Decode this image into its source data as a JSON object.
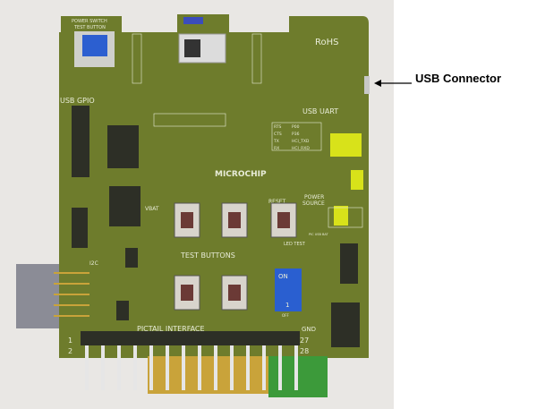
{
  "annotation": {
    "label": "USB Connector"
  },
  "board": {
    "power_switch_label_1": "POWER SWITCH",
    "power_switch_label_2": "TEST BUTTON",
    "rohs": "RoHS",
    "usb_gpio": "USB GPIO",
    "usb_uart": "USB UART",
    "uart_table": [
      [
        "RTS",
        "P00"
      ],
      [
        "CTS",
        "P36"
      ],
      [
        "TX",
        "HCI_TXD"
      ],
      [
        "RX",
        "HCI_RXD"
      ]
    ],
    "brand": "MICROCHIP",
    "vbat": "VBAT",
    "reset": "RESET",
    "power_source_1": "POWER",
    "power_source_2": "SOURCE",
    "power_source_opts": "PIC  USB  BAT",
    "test_buttons": "TEST BUTTONS",
    "led_test": "LED TEST",
    "i2c": "I2C",
    "dip_on": "ON",
    "dip_num": "1",
    "dip_off": "OFF",
    "pictail": "PICTAIL INTERFACE",
    "gnd": "GND",
    "pin_1": "1",
    "pin_2": "2",
    "pin_27": "27",
    "pin_28": "28"
  },
  "colors": {
    "board": "#6e7c2c",
    "silk": "#e8ecd8",
    "jumper": "#d8e21a",
    "dip": "#2a5fd0",
    "gold": "#c9a33a"
  }
}
